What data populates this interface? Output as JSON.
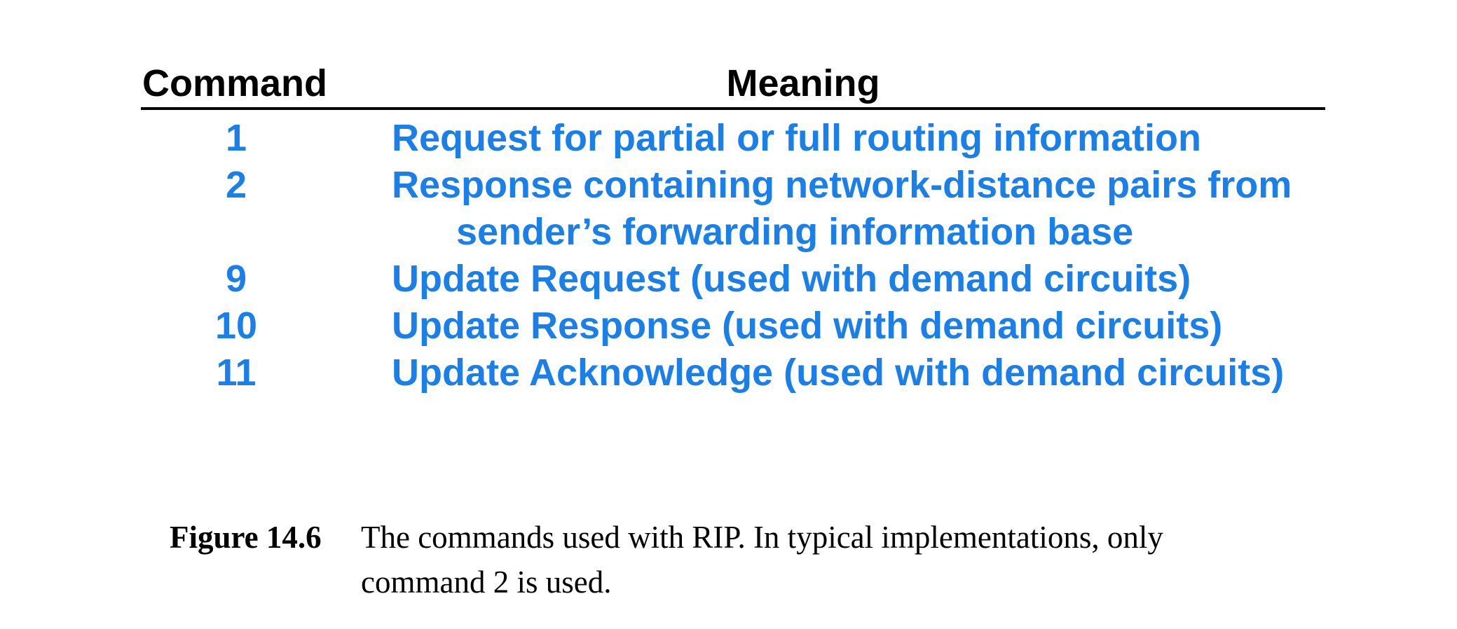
{
  "accent_color": "#1a7fe8",
  "table": {
    "header_command": "Command",
    "header_meaning": "Meaning",
    "rows": [
      {
        "command": "1",
        "meaning": [
          "Request for partial or full routing information"
        ]
      },
      {
        "command": "2",
        "meaning": [
          "Response containing network-distance pairs from",
          "sender’s forwarding information base"
        ]
      },
      {
        "command": "9",
        "meaning": [
          "Update Request (used with demand circuits)"
        ]
      },
      {
        "command": "10",
        "meaning": [
          "Update Response (used with demand circuits)"
        ]
      },
      {
        "command": "11",
        "meaning": [
          "Update Acknowledge (used with demand circuits)"
        ]
      }
    ]
  },
  "caption": {
    "label": "Figure 14.6",
    "lines": [
      "The commands used with RIP.  In typical implementations, only",
      "command 2 is used."
    ]
  }
}
